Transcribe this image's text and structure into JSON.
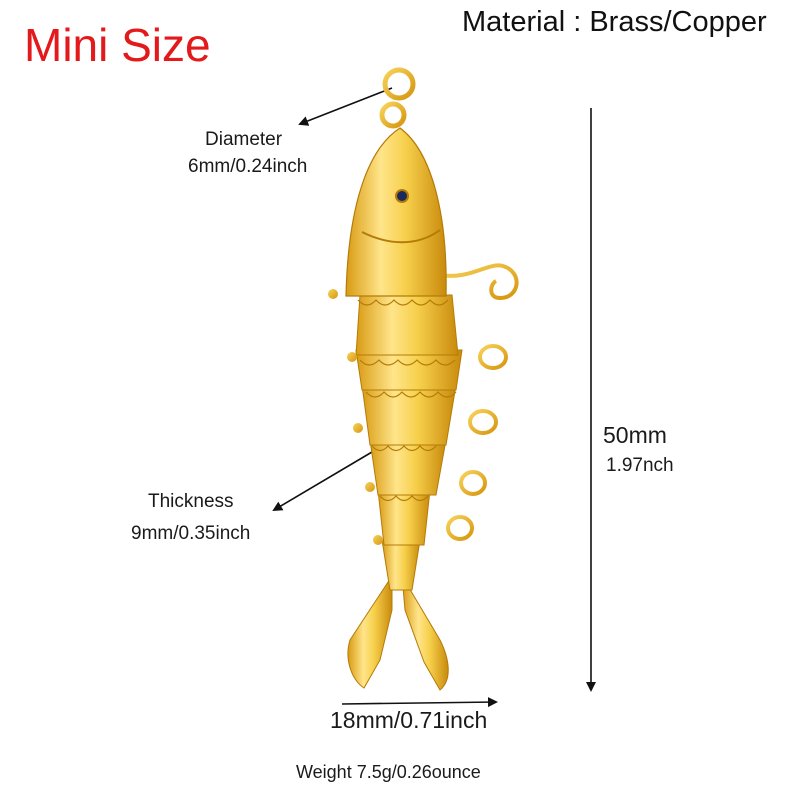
{
  "title": "Mini Size",
  "material": "Material : Brass/Copper",
  "diameter": {
    "label": "Diameter",
    "value": "6mm/0.24inch"
  },
  "thickness": {
    "label": "Thickness",
    "value": "9mm/0.35inch"
  },
  "length": {
    "mm": "50mm",
    "inch": "1.97nch"
  },
  "width": {
    "value": "18mm/0.71inch"
  },
  "weight": "Weight 7.5g/0.26ounce",
  "colors": {
    "title": "#e3191b",
    "gold": "#f2c438",
    "arrow": "#111111"
  }
}
